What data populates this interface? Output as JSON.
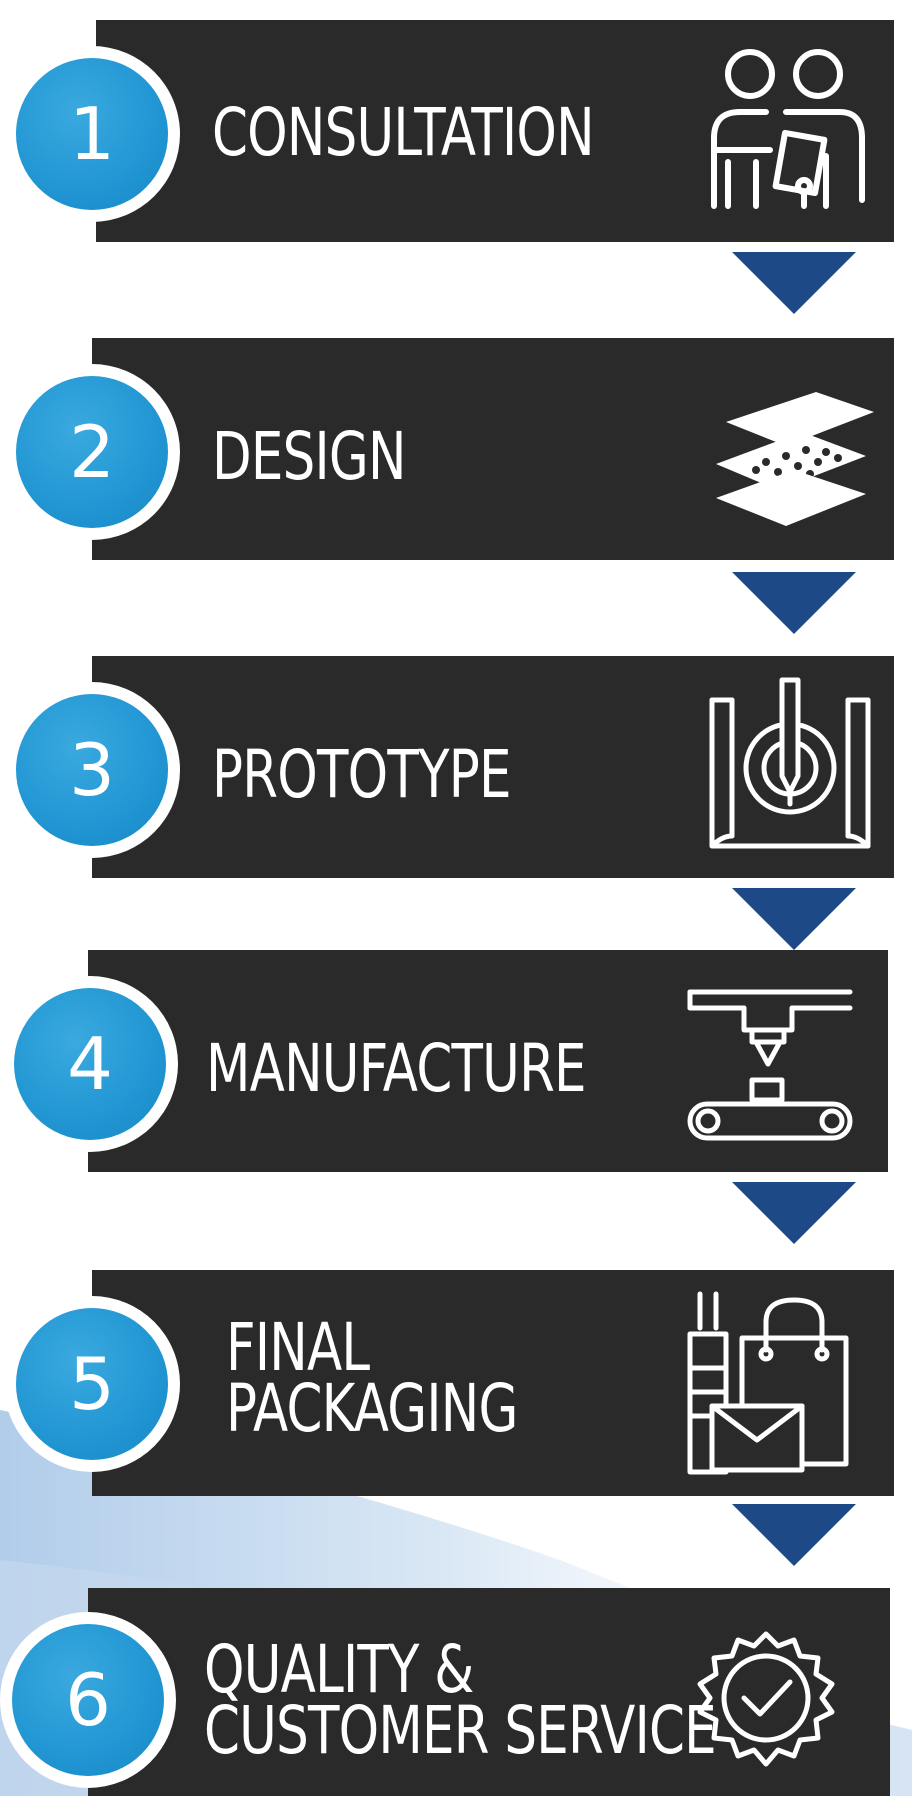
{
  "colors": {
    "bar": "#2b2a2b",
    "badge": "#2196d3",
    "arrow": "#1d4a86",
    "text": "#ffffff"
  },
  "steps": [
    {
      "number": "1",
      "title": [
        "CONSULTATION"
      ],
      "icon": "consultation-icon"
    },
    {
      "number": "2",
      "title": [
        "DESIGN"
      ],
      "icon": "layers-icon"
    },
    {
      "number": "3",
      "title": [
        "PROTOTYPE"
      ],
      "icon": "blueprint-gear-icon"
    },
    {
      "number": "4",
      "title": [
        "MANUFACTURE"
      ],
      "icon": "conveyor-machine-icon"
    },
    {
      "number": "5",
      "title": [
        "FINAL",
        "PACKAGING"
      ],
      "icon": "packaging-icon"
    },
    {
      "number": "6",
      "title": [
        "QUALITY &",
        "CUSTOMER SERVICE"
      ],
      "icon": "quality-badge-icon"
    }
  ]
}
